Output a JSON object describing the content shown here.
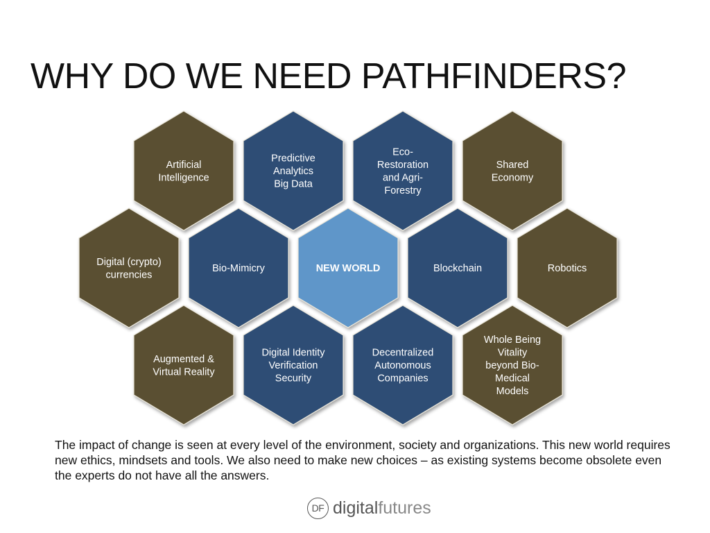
{
  "title": "WHY DO WE NEED PATHFINDERS?",
  "colors": {
    "olive": "#5a5033",
    "navy": "#2d4d74",
    "center": "#5f96c9",
    "stroke": "#e8e4d8"
  },
  "diagram": {
    "hexagons": [
      {
        "id": "artificial-intelligence",
        "row": 0,
        "col": 0,
        "tone": "olive",
        "lines": [
          "Artificial",
          "Intelligence"
        ]
      },
      {
        "id": "predictive-analytics",
        "row": 0,
        "col": 1,
        "tone": "navy",
        "lines": [
          "Predictive",
          "Analytics",
          "Big Data"
        ]
      },
      {
        "id": "eco-restoration",
        "row": 0,
        "col": 2,
        "tone": "navy",
        "lines": [
          "Eco-",
          "Restoration",
          "and Agri-",
          "Forestry"
        ]
      },
      {
        "id": "shared-economy",
        "row": 0,
        "col": 3,
        "tone": "olive",
        "lines": [
          "Shared",
          "Economy"
        ]
      },
      {
        "id": "digital-currencies",
        "row": 1,
        "col": 0,
        "tone": "olive",
        "lines": [
          "Digital (crypto)",
          "currencies"
        ]
      },
      {
        "id": "bio-mimicry",
        "row": 1,
        "col": 1,
        "tone": "navy",
        "lines": [
          "Bio-Mimicry"
        ]
      },
      {
        "id": "new-world",
        "row": 1,
        "col": 2,
        "tone": "center",
        "lines": [
          "NEW WORLD"
        ]
      },
      {
        "id": "blockchain",
        "row": 1,
        "col": 3,
        "tone": "navy",
        "lines": [
          "Blockchain"
        ]
      },
      {
        "id": "robotics",
        "row": 1,
        "col": 4,
        "tone": "olive",
        "lines": [
          "Robotics"
        ]
      },
      {
        "id": "augmented-reality",
        "row": 2,
        "col": 0,
        "tone": "olive",
        "lines": [
          "Augmented &",
          "Virtual Reality"
        ]
      },
      {
        "id": "digital-identity",
        "row": 2,
        "col": 1,
        "tone": "navy",
        "lines": [
          "Digital Identity",
          "Verification",
          "Security"
        ]
      },
      {
        "id": "decentralized-companies",
        "row": 2,
        "col": 2,
        "tone": "navy",
        "lines": [
          "Decentralized",
          "Autonomous",
          "Companies"
        ]
      },
      {
        "id": "whole-being-vitality",
        "row": 2,
        "col": 3,
        "tone": "olive",
        "lines": [
          "Whole Being",
          "Vitality",
          "beyond Bio-",
          "Medical",
          "Models"
        ]
      }
    ]
  },
  "description": "The impact of change is seen at every level of the environment, society and organizations. This new world requires new ethics, mindsets and tools. We also need to make new choices – as existing systems become obsolete even the experts do not have all the answers.",
  "logo": {
    "mark": "DF",
    "word_a": "digital",
    "word_b": "futures"
  }
}
